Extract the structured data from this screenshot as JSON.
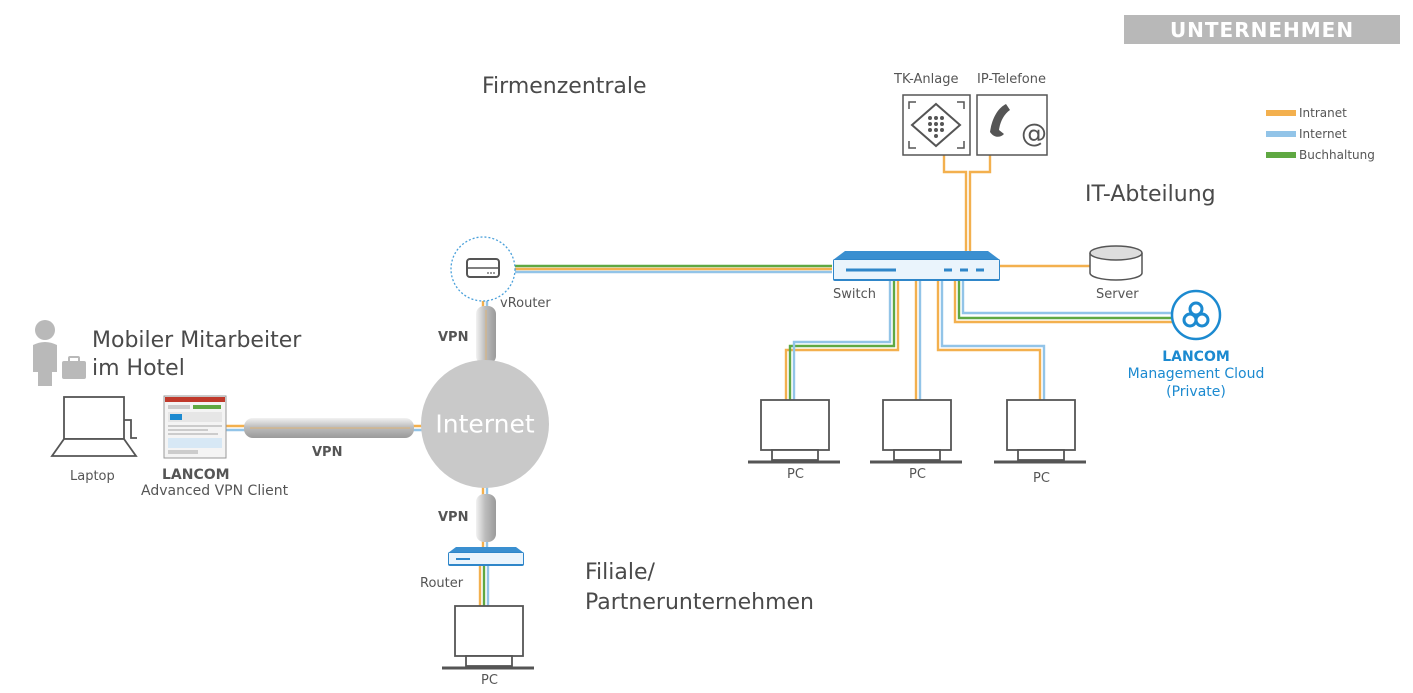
{
  "header": {
    "badge": "UNTERNEHMEN"
  },
  "legend": [
    {
      "label": "Intranet",
      "color": "#f3b04e"
    },
    {
      "label": "Internet",
      "color": "#92c4e8"
    },
    {
      "label": "Buchhaltung",
      "color": "#5fa842"
    }
  ],
  "sections": {
    "hq": "Firmenzentrale",
    "it": "IT-Abteilung",
    "mobile_line1": "Mobiler Mitarbeiter",
    "mobile_line2": "im Hotel",
    "branch_line1": "Filiale/",
    "branch_line2": "Partnerunternehmen"
  },
  "nodes": {
    "tk": "TK-Anlage",
    "ip_phones": "IP-Telefone",
    "switch": "Switch",
    "server": "Server",
    "vrouter": "vRouter",
    "internet": "Internet",
    "router": "Router",
    "laptop": "Laptop",
    "vpn_client_brand": "LANCOM",
    "vpn_client_name": "Advanced VPN Client",
    "cloud_brand": "LANCOM",
    "cloud_name": "Management Cloud",
    "cloud_sub": "(Private)",
    "pc": "PC"
  },
  "tunnels": {
    "vpn": "VPN"
  }
}
